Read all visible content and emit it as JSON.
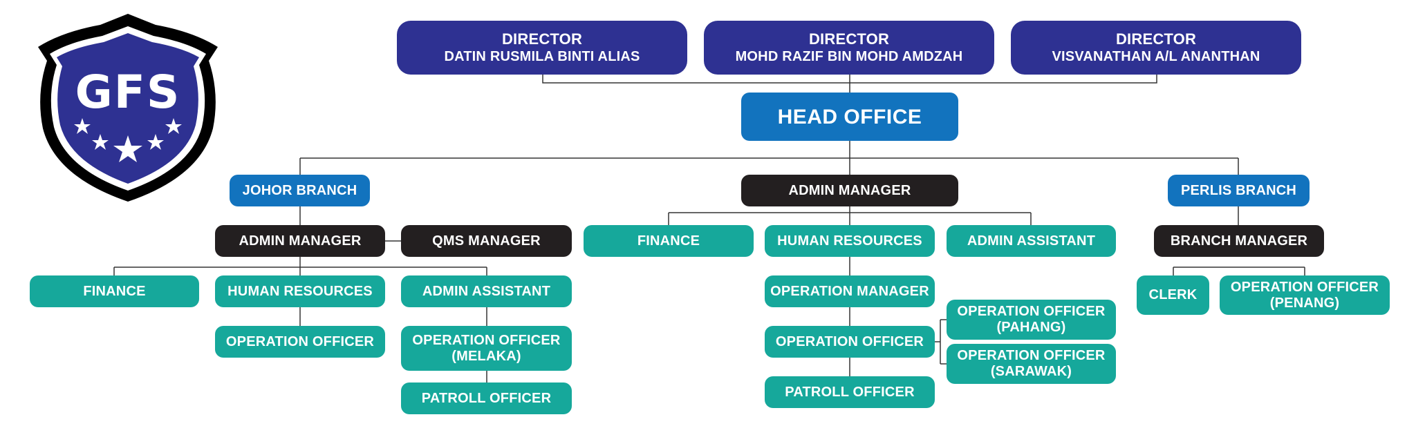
{
  "logo": {
    "text": "GFS",
    "shield_color": "#2e3192",
    "border_color": "#000000"
  },
  "colors": {
    "director": "#2e3192",
    "branch": "#1273be",
    "manager": "#231f20",
    "staff": "#16a89b",
    "line": "#333333"
  },
  "directors": [
    {
      "title": "DIRECTOR",
      "name": "DATIN RUSMILA BINTI ALIAS"
    },
    {
      "title": "DIRECTOR",
      "name": "MOHD RAZIF BIN MOHD AMDZAH"
    },
    {
      "title": "DIRECTOR",
      "name": "VISVANATHAN A/L ANANTHAN"
    }
  ],
  "head_office": "HEAD OFFICE",
  "johor": {
    "branch": "JOHOR BRANCH",
    "admin_manager": "ADMIN MANAGER",
    "qms_manager": "QMS MANAGER",
    "finance": "FINANCE",
    "human_resources": "HUMAN RESOURCES",
    "admin_assistant": "ADMIN ASSISTANT",
    "operation_officer": "OPERATION OFFICER",
    "operation_officer_melaka": [
      "OPERATION OFFICER",
      "(MELAKA)"
    ],
    "patroll_officer": "PATROLL OFFICER"
  },
  "hq": {
    "admin_manager": "ADMIN MANAGER",
    "finance": "FINANCE",
    "human_resources": "HUMAN RESOURCES",
    "admin_assistant": "ADMIN ASSISTANT",
    "operation_manager": "OPERATION MANAGER",
    "operation_officer": "OPERATION OFFICER",
    "operation_officer_pahang": [
      "OPERATION OFFICER",
      "(PAHANG)"
    ],
    "operation_officer_sarawak": [
      "OPERATION OFFICER",
      "(SARAWAK)"
    ],
    "patroll_officer": "PATROLL OFFICER"
  },
  "perlis": {
    "branch": "PERLIS BRANCH",
    "branch_manager": "BRANCH MANAGER",
    "clerk": "CLERK",
    "operation_officer_penang": [
      "OPERATION OFFICER",
      "(PENANG)"
    ]
  }
}
